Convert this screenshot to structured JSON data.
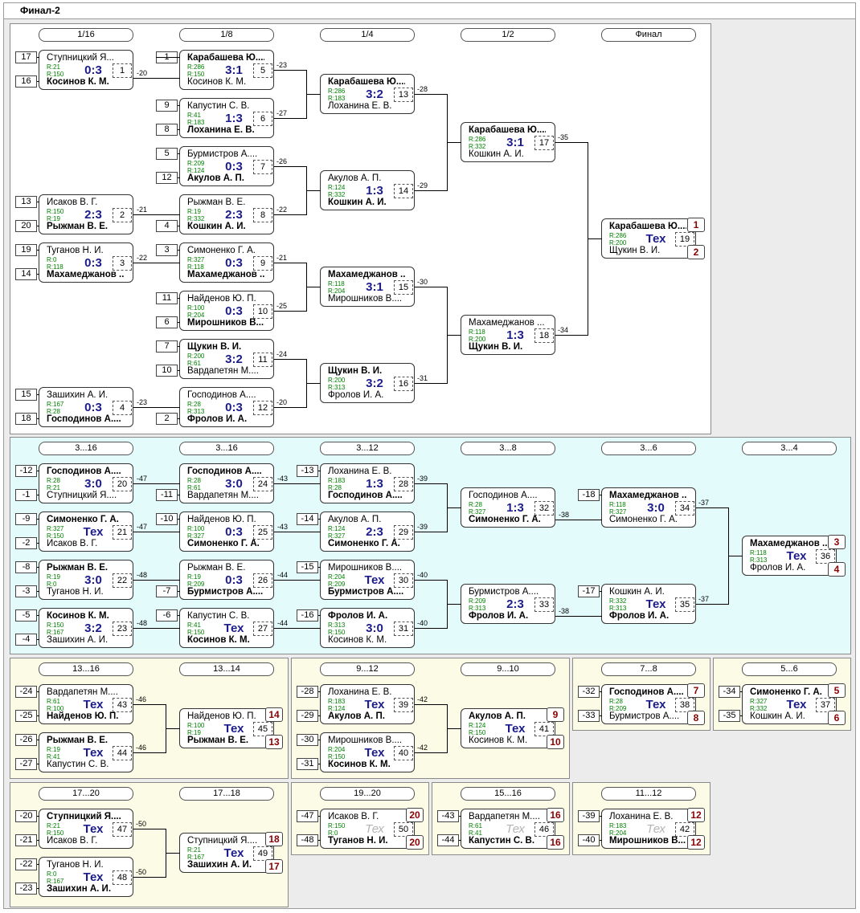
{
  "window": {
    "title": "Финал-2"
  },
  "rounds": {
    "main": [
      "1/16",
      "1/8",
      "1/4",
      "1/2",
      "Финал"
    ],
    "consolation": [
      "3...16",
      "3...16",
      "3...12",
      "3...8",
      "3...6",
      "3...4"
    ],
    "p13": [
      "13...16",
      "13...14"
    ],
    "p9": [
      "9...12",
      "9...10"
    ],
    "p7": [
      "7...8"
    ],
    "p5": [
      "5...6"
    ],
    "p17": [
      "17...20",
      "17...18"
    ],
    "p19": [
      "19...20"
    ],
    "p15": [
      "15...16"
    ],
    "p11": [
      "11...12"
    ]
  },
  "seeds": {
    "s17": "17",
    "s16": "16",
    "s1": "1",
    "s9": "9",
    "s8": "8",
    "s5": "5",
    "s12": "12",
    "s13": "13",
    "s20": "20",
    "s4": "4",
    "s19": "19",
    "s14": "14",
    "s3": "3",
    "s11": "11",
    "s6": "6",
    "s7": "7",
    "s10": "10",
    "s15": "15",
    "s18": "18",
    "s2": "2",
    "c1": "-12",
    "c2": "-1",
    "c3": "-11",
    "c4": "-13",
    "c5": "-9",
    "c6": "-2",
    "c7": "-10",
    "c8": "-14",
    "c9": "-18",
    "c10": "-8",
    "c11": "-3",
    "c12": "-7",
    "c13": "-15",
    "c14": "-5",
    "c15": "-4",
    "c16": "-6",
    "c17": "-16",
    "c18": "-17",
    "d1": "-24",
    "d2": "-25",
    "d3": "-26",
    "d4": "-27",
    "e1": "-28",
    "e2": "-29",
    "e3": "-30",
    "e4": "-31",
    "f1": "-32",
    "f2": "-33",
    "g1": "-34",
    "g2": "-35",
    "h1": "-20",
    "h2": "-21",
    "h3": "-22",
    "h4": "-23",
    "i1": "-47",
    "i2": "-48",
    "j1": "-43",
    "j2": "-44",
    "k1": "-39",
    "k2": "-40"
  },
  "matches": {
    "m1": {
      "top": "Ступницкий Я...",
      "tr": "R:21",
      "bot": "Косинов К. М.",
      "br": "R:150",
      "score": "0:3",
      "num": "1"
    },
    "m2": {
      "top": "Исаков В. Г.",
      "tr": "R:150",
      "bot": "Рыжман В. Е.",
      "br": "R:19",
      "score": "2:3",
      "num": "2"
    },
    "m3": {
      "top": "Туганов Н. И.",
      "tr": "R:0",
      "bot": "Махамеджанов ...",
      "br": "R:118",
      "score": "0:3",
      "num": "3"
    },
    "m4": {
      "top": "Зашихин А. И.",
      "tr": "R:167",
      "bot": "Господинов А....",
      "br": "R:28",
      "score": "0:3",
      "num": "4"
    },
    "m5": {
      "top": "Карабашева Ю....",
      "tr": "R:286",
      "bot": "Косинов К. М.",
      "br": "R:150",
      "score": "3:1",
      "num": "5"
    },
    "m6": {
      "top": "Капустин С. В.",
      "tr": "R:41",
      "bot": "Лоханина Е. В.",
      "br": "R:183",
      "score": "1:3",
      "num": "6"
    },
    "m7": {
      "top": "Бурмистров А....",
      "tr": "R:209",
      "bot": "Акулов А. П.",
      "br": "R:124",
      "score": "0:3",
      "num": "7"
    },
    "m8": {
      "top": "Рыжман В. Е.",
      "tr": "R:19",
      "bot": "Кошкин А. И.",
      "br": "R:332",
      "score": "2:3",
      "num": "8"
    },
    "m9": {
      "top": "Симоненко Г. А.",
      "tr": "R:327",
      "bot": "Махамеджанов ...",
      "br": "R:118",
      "score": "0:3",
      "num": "9"
    },
    "m10": {
      "top": "Найденов Ю. П.",
      "tr": "R:100",
      "bot": "Мирошников В....",
      "br": "R:204",
      "score": "0:3",
      "num": "10"
    },
    "m11": {
      "top": "Щукин В. И.",
      "tr": "R:200",
      "bot": "Вардапетян М....",
      "br": "R:61",
      "score": "3:2",
      "num": "11"
    },
    "m12": {
      "top": "Господинов А....",
      "tr": "R:28",
      "bot": "Фролов И. А.",
      "br": "R:313",
      "score": "0:3",
      "num": "12"
    },
    "m13": {
      "top": "Карабашева Ю....",
      "tr": "R:286",
      "bot": "Лоханина Е. В.",
      "br": "R:183",
      "score": "3:2",
      "num": "13"
    },
    "m14": {
      "top": "Акулов А. П.",
      "tr": "R:124",
      "bot": "Кошкин А. И.",
      "br": "R:332",
      "score": "1:3",
      "num": "14"
    },
    "m15": {
      "top": "Махамеджанов ...",
      "tr": "R:118",
      "bot": "Мирошников В....",
      "br": "R:204",
      "score": "3:1",
      "num": "15"
    },
    "m16": {
      "top": "Щукин В. И.",
      "tr": "R:200",
      "bot": "Фролов И. А.",
      "br": "R:313",
      "score": "3:2",
      "num": "16"
    },
    "m17": {
      "top": "Карабашева Ю....",
      "tr": "R:286",
      "bot": "Кошкин А. И.",
      "br": "R:332",
      "score": "3:1",
      "num": "17"
    },
    "m18": {
      "top": "Махамеджанов ...",
      "tr": "R:118",
      "bot": "Щукин В. И.",
      "br": "R:200",
      "score": "1:3",
      "num": "18"
    },
    "m19": {
      "top": "Карабашева Ю....",
      "tr": "R:286",
      "bot": "Щукин В. И.",
      "br": "R:200",
      "score": "Тех",
      "num": "19",
      "p1": "1",
      "p2": "2"
    },
    "m20": {
      "top": "Господинов А....",
      "tr": "R:28",
      "bot": "Ступницкий Я....",
      "br": "R:21",
      "score": "3:0",
      "num": "20"
    },
    "m21": {
      "top": "Симоненко Г. А.",
      "tr": "R:327",
      "bot": "Исаков В. Г.",
      "br": "R:150",
      "score": "Тех",
      "num": "21"
    },
    "m22": {
      "top": "Рыжман В. Е.",
      "tr": "R:19",
      "bot": "Туганов Н. И.",
      "br": "R:0",
      "score": "3:0",
      "num": "22"
    },
    "m23": {
      "top": "Косинов К. М.",
      "tr": "R:150",
      "bot": "Зашихин А. И.",
      "br": "R:167",
      "score": "3:2",
      "num": "23"
    },
    "m24": {
      "top": "Господинов А....",
      "tr": "R:28",
      "bot": "Вардапетян М....",
      "br": "R:61",
      "score": "3:0",
      "num": "24"
    },
    "m25": {
      "top": "Найденов Ю. П.",
      "tr": "R:100",
      "bot": "Симоненко Г. А.",
      "br": "R:327",
      "score": "0:3",
      "num": "25"
    },
    "m26": {
      "top": "Рыжман В. Е.",
      "tr": "R:19",
      "bot": "Бурмистров А....",
      "br": "R:209",
      "score": "0:3",
      "num": "26"
    },
    "m27": {
      "top": "Капустин С. В.",
      "tr": "R:41",
      "bot": "Косинов К. М.",
      "br": "R:150",
      "score": "Тех",
      "num": "27"
    },
    "m28": {
      "top": "Лоханина Е. В.",
      "tr": "R:183",
      "bot": "Господинов А....",
      "br": "R:28",
      "score": "1:3",
      "num": "28"
    },
    "m29": {
      "top": "Акулов А. П.",
      "tr": "R:124",
      "bot": "Симоненко Г. А.",
      "br": "R:327",
      "score": "2:3",
      "num": "29"
    },
    "m30": {
      "top": "Мирошников В....",
      "tr": "R:204",
      "bot": "Бурмистров А....",
      "br": "R:209",
      "score": "Тех",
      "num": "30"
    },
    "m31": {
      "top": "Фролов И. А.",
      "tr": "R:313",
      "bot": "Косинов К. М.",
      "br": "R:150",
      "score": "3:0",
      "num": "31"
    },
    "m32": {
      "top": "Господинов А....",
      "tr": "R:28",
      "bot": "Симоненко Г. А.",
      "br": "R:327",
      "score": "1:3",
      "num": "32"
    },
    "m33": {
      "top": "Бурмистров А....",
      "tr": "R:209",
      "bot": "Фролов И. А.",
      "br": "R:313",
      "score": "2:3",
      "num": "33"
    },
    "m34": {
      "top": "Махамеджанов ...",
      "tr": "R:118",
      "bot": "Симоненко Г. А.",
      "br": "R:327",
      "score": "3:0",
      "num": "34"
    },
    "m35": {
      "top": "Кошкин А. И.",
      "tr": "R:332",
      "bot": "Фролов И. А.",
      "br": "R:313",
      "score": "Тех",
      "num": "35"
    },
    "m36": {
      "top": "Махамеджанов ...",
      "tr": "R:118",
      "bot": "Фролов И. А.",
      "br": "R:313",
      "score": "Тех",
      "num": "36",
      "p1": "3",
      "p2": "4"
    },
    "m43": {
      "top": "Вардапетян М....",
      "tr": "R:61",
      "bot": "Найденов Ю. П.",
      "br": "R:100",
      "score": "Тех",
      "num": "43"
    },
    "m44": {
      "top": "Рыжман В. Е.",
      "tr": "R:19",
      "bot": "Капустин С. В.",
      "br": "R:41",
      "score": "Тех",
      "num": "44"
    },
    "m45": {
      "top": "Найденов Ю. П.",
      "tr": "R:100",
      "bot": "Рыжман В. Е.",
      "br": "R:19",
      "score": "Тех",
      "num": "45",
      "p1": "14",
      "p2": "13"
    },
    "m39": {
      "top": "Лоханина Е. В.",
      "tr": "R:183",
      "bot": "Акулов А. П.",
      "br": "R:124",
      "score": "Тех",
      "num": "39"
    },
    "m40": {
      "top": "Мирошников В....",
      "tr": "R:204",
      "bot": "Косинов К. М.",
      "br": "R:150",
      "score": "Тех",
      "num": "40"
    },
    "m41": {
      "top": "Акулов А. П.",
      "tr": "R:124",
      "bot": "Косинов К. М.",
      "br": "R:150",
      "score": "Тех",
      "num": "41",
      "p1": "9",
      "p2": "10"
    },
    "m38": {
      "top": "Господинов А....",
      "tr": "R:28",
      "bot": "Бурмистров А....",
      "br": "R:209",
      "score": "Тех",
      "num": "38",
      "p1": "7",
      "p2": "8"
    },
    "m37": {
      "top": "Симоненко Г. А.",
      "tr": "R:327",
      "bot": "Кошкин А. И.",
      "br": "R:332",
      "score": "Тех",
      "num": "37",
      "p1": "5",
      "p2": "6"
    },
    "m47": {
      "top": "Ступницкий Я....",
      "tr": "R:21",
      "bot": "Исаков В. Г.",
      "br": "R:150",
      "score": "Тех",
      "num": "47"
    },
    "m48": {
      "top": "Туганов Н. И.",
      "tr": "R:0",
      "bot": "Зашихин А. И.",
      "br": "R:167",
      "score": "Тех",
      "num": "48"
    },
    "m49": {
      "top": "Ступницкий Я....",
      "tr": "R:21",
      "bot": "Зашихин А. И.",
      "br": "R:167",
      "score": "Тех",
      "num": "49",
      "p1": "18",
      "p2": "17"
    },
    "m50": {
      "top": "Исаков В. Г.",
      "tr": "R:150",
      "bot": "Туганов Н. И.",
      "br": "R:0",
      "score": "Тех",
      "num": "50",
      "p1": "20",
      "p2": "20"
    },
    "m46": {
      "top": "Вардапетян М....",
      "tr": "R:61",
      "bot": "Капустин С. В.",
      "br": "R:41",
      "score": "Тех",
      "num": "46",
      "p1": "16",
      "p2": "16"
    },
    "m42": {
      "top": "Лоханина Е. В.",
      "tr": "R:183",
      "bot": "Мирошников В....",
      "br": "R:204",
      "score": "Тех",
      "num": "42",
      "p1": "12",
      "p2": "12"
    }
  },
  "links": {
    "l1": "-20",
    "l2": "-21",
    "l3": "-22",
    "l4": "-23",
    "l5": "-23",
    "l6": "-27",
    "l7": "-26",
    "l8": "-22",
    "l9": "-21",
    "l10": "-25",
    "l11": "-24",
    "l12": "-20",
    "l13": "-28",
    "l14": "-29",
    "l15": "-30",
    "l16": "-31",
    "l17": "-35",
    "l18": "-34",
    "l20": "-47",
    "l21": "-47",
    "l22": "-48",
    "l23": "-48",
    "l24": "-43",
    "l25": "-43",
    "l26": "-44",
    "l27": "-44",
    "l28": "-39",
    "l29": "-39",
    "l30": "-40",
    "l31": "-40",
    "l32": "-38",
    "l33": "-38",
    "l34": "-37",
    "l35": "-37",
    "l43": "-46",
    "l44": "-46",
    "l39": "-42",
    "l40": "-42",
    "l47": "-50",
    "l48": "-50"
  }
}
